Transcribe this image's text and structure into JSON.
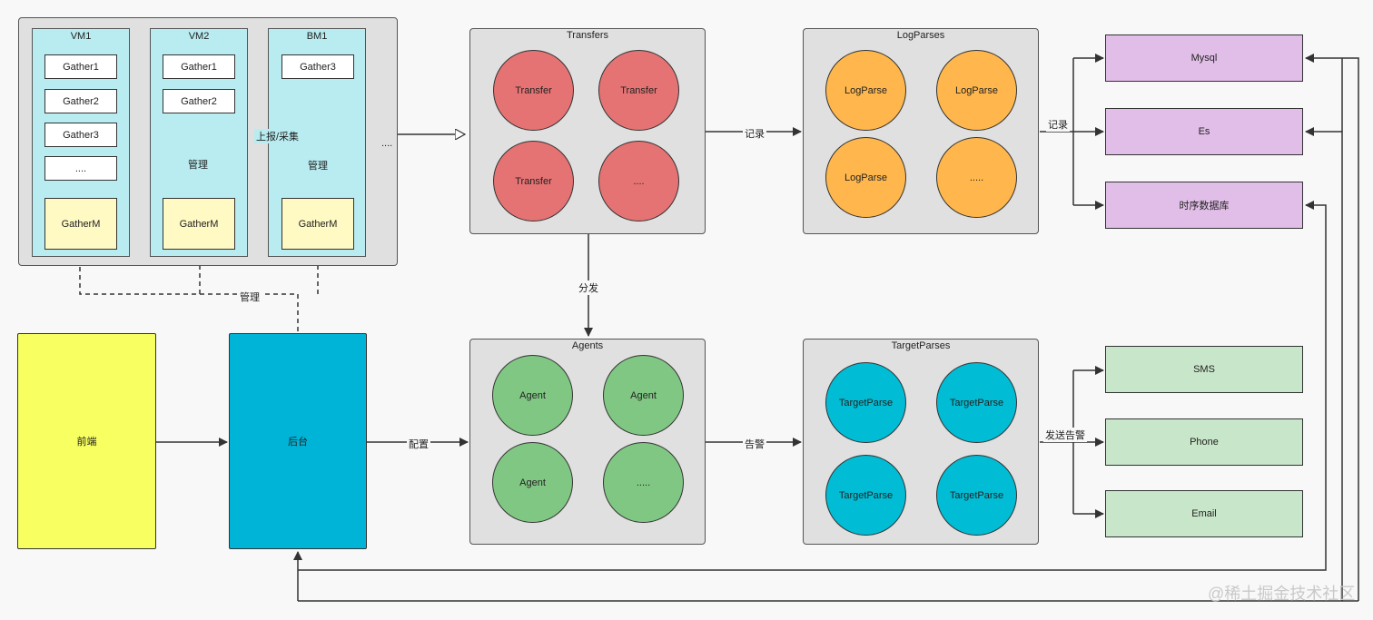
{
  "collect": {
    "vms": [
      {
        "title": "VM1",
        "items": [
          "Gather1",
          "Gather2",
          "Gather3",
          "...."
        ],
        "manager": "GatherM",
        "mgr_label": ""
      },
      {
        "title": "VM2",
        "items": [
          "Gather1",
          "Gather2"
        ],
        "manager": "GatherM",
        "mgr_label": "管理"
      },
      {
        "title": "BM1",
        "items": [
          "Gather3"
        ],
        "manager": "GatherM",
        "mgr_label": "管理"
      }
    ],
    "report_label": "上报/采集",
    "more_label": "....",
    "manage_label": "管理"
  },
  "transfers": {
    "title": "Transfers",
    "nodes": [
      "Transfer",
      "Transfer",
      "Transfer",
      "...."
    ]
  },
  "logparses": {
    "title": "LogParses",
    "nodes": [
      "LogParse",
      "LogParse",
      "LogParse",
      "....."
    ]
  },
  "agents": {
    "title": "Agents",
    "nodes": [
      "Agent",
      "Agent",
      "Agent",
      "....."
    ]
  },
  "targetparses": {
    "title": "TargetParses",
    "nodes": [
      "TargetParse",
      "TargetParse",
      "TargetParse",
      "TargetParse"
    ]
  },
  "storage": [
    "Mysql",
    "Es",
    "时序数据库"
  ],
  "alerts": [
    "SMS",
    "Phone",
    "Email"
  ],
  "frontend": "前端",
  "backend": "后台",
  "edge_labels": {
    "record1": "记录",
    "record2": "记录",
    "dispatch": "分发",
    "config": "配置",
    "alarm": "告警",
    "send_alarm": "发送告警"
  },
  "watermark": "@稀土掘金技术社区",
  "colors": {
    "vm_bg": "#b8ecf0",
    "group_bg": "#e0e0e0",
    "transfer": "#e57373",
    "logparse": "#ffb74d",
    "agent": "#81c784",
    "targetparse": "#00bcd4",
    "frontend": "#f8ff60",
    "backend": "#00b4d8",
    "storage": "#e1bee7",
    "alerts": "#c8e6c9"
  }
}
